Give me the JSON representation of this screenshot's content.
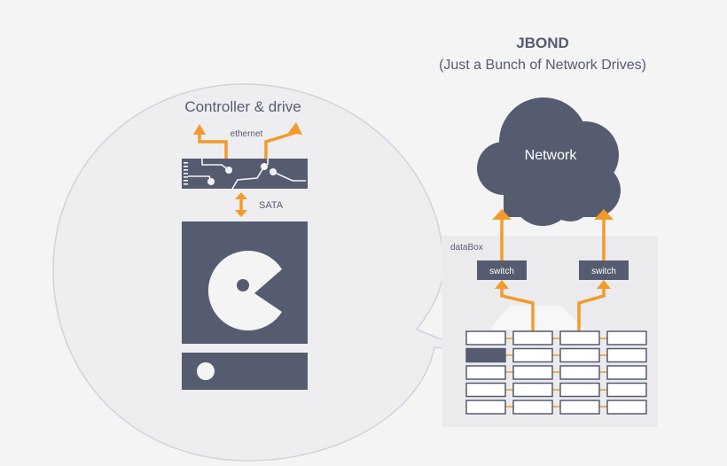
{
  "title": {
    "line1": "JBOND",
    "line2": "(Just a Bunch of Network Drives)"
  },
  "bubble": {
    "heading": "Controller & drive",
    "ethernet_label": "ethernet",
    "sata_label": "SATA"
  },
  "network": {
    "label": "Network"
  },
  "databox": {
    "label": "dataBox",
    "switch_left": "switch",
    "switch_right": "switch",
    "grid_rows": 5,
    "grid_cols": 4,
    "highlighted_drive": {
      "row": 2,
      "col": 1
    }
  },
  "colors": {
    "background": "#f4f4f5",
    "dark": "#565c70",
    "accent": "#f39a2b",
    "bubble_fill": "#eeeef0",
    "bubble_stroke": "#d0d3db",
    "panel": "#ebebed"
  }
}
